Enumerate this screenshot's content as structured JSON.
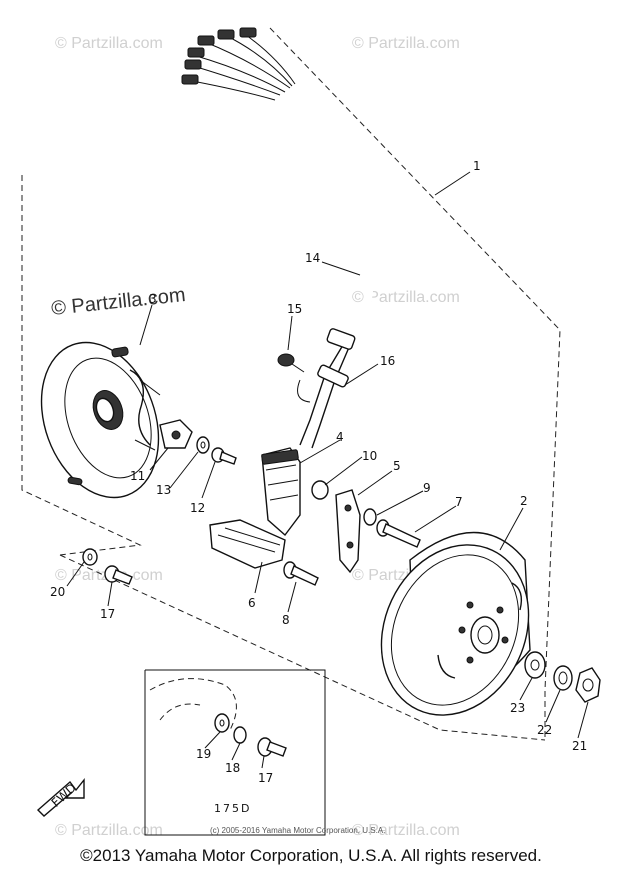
{
  "watermark": {
    "text": "© Partzilla.com"
  },
  "callouts": [
    {
      "id": "1",
      "label": "1"
    },
    {
      "id": "2",
      "label": "2"
    },
    {
      "id": "3",
      "label": "3"
    },
    {
      "id": "4",
      "label": "4"
    },
    {
      "id": "5",
      "label": "5"
    },
    {
      "id": "6",
      "label": "6"
    },
    {
      "id": "7",
      "label": "7"
    },
    {
      "id": "8",
      "label": "8"
    },
    {
      "id": "9",
      "label": "9"
    },
    {
      "id": "10",
      "label": "10"
    },
    {
      "id": "11",
      "label": "11"
    },
    {
      "id": "12",
      "label": "12"
    },
    {
      "id": "13",
      "label": "13"
    },
    {
      "id": "14",
      "label": "14"
    },
    {
      "id": "15",
      "label": "15"
    },
    {
      "id": "16",
      "label": "16"
    },
    {
      "id": "17a",
      "label": "17"
    },
    {
      "id": "17b",
      "label": "17"
    },
    {
      "id": "18",
      "label": "18"
    },
    {
      "id": "19",
      "label": "19"
    },
    {
      "id": "20",
      "label": "20"
    },
    {
      "id": "21",
      "label": "21"
    },
    {
      "id": "22",
      "label": "22"
    },
    {
      "id": "23",
      "label": "23"
    }
  ],
  "inset_variant": "175D",
  "fwd_label": "FWD",
  "inner_copyright": "(c) 2005-2016 Yamaha Motor Corporation, U.S.A.",
  "footer_copyright": "©2013 Yamaha Motor Corporation, U.S.A. All rights reserved."
}
